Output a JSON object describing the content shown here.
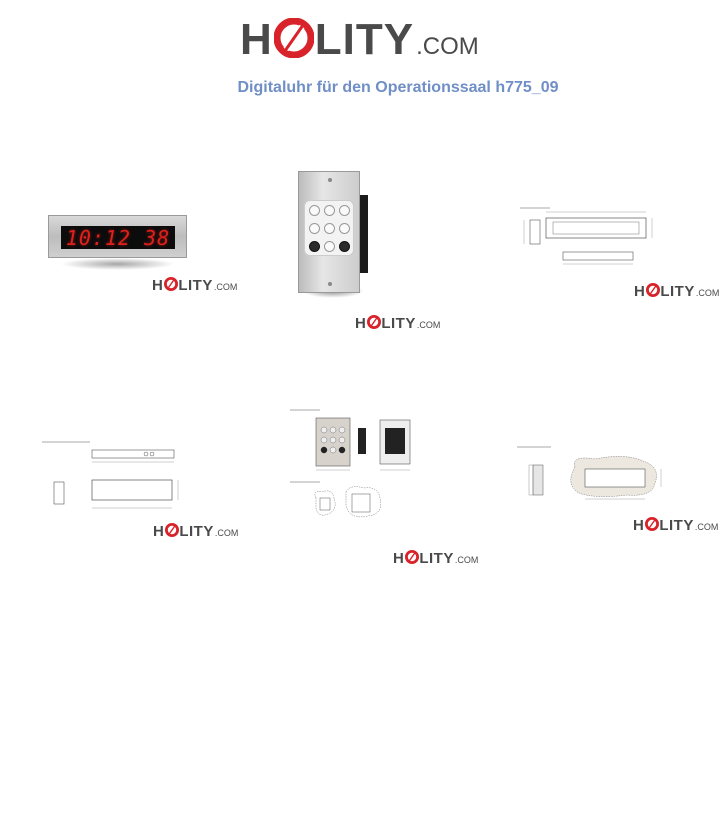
{
  "brand": {
    "h": "H",
    "rest": "LITY",
    "dom": ".COM",
    "o_color": "#d8232a",
    "text_color": "#4a4a4a"
  },
  "page": {
    "title": "Digitaluhr für den Operationssaal h775_09",
    "title_color": "#6f8fc6"
  },
  "images": [
    {
      "name": "clock",
      "clock_display": "10:12 38"
    },
    {
      "name": "keypad"
    },
    {
      "name": "drawing-1"
    },
    {
      "name": "drawing-2"
    },
    {
      "name": "drawing-3"
    },
    {
      "name": "drawing-4"
    }
  ],
  "icons": {
    "logo_o": "red-circle-slash-icon"
  }
}
